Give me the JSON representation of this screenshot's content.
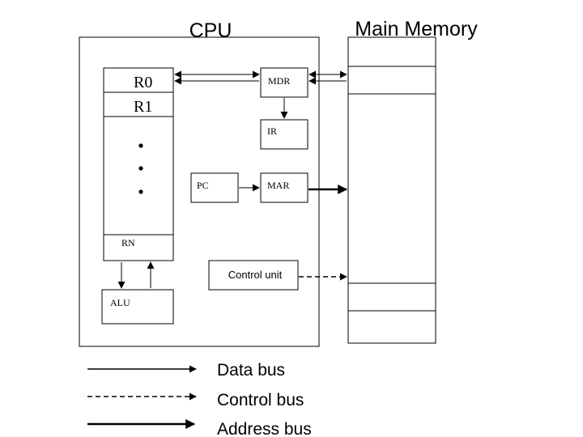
{
  "titles": {
    "cpu": "CPU",
    "main_memory": "Main Memory"
  },
  "registers": {
    "r0": "R0",
    "r1": "R1",
    "rn": "RN",
    "mdr": "MDR",
    "ir": "IR",
    "pc": "PC",
    "mar": "MAR",
    "alu": "ALU",
    "control_unit": "Control unit"
  },
  "legend": {
    "data_bus": "Data bus",
    "control_bus": "Control bus",
    "address_bus": "Address bus"
  }
}
